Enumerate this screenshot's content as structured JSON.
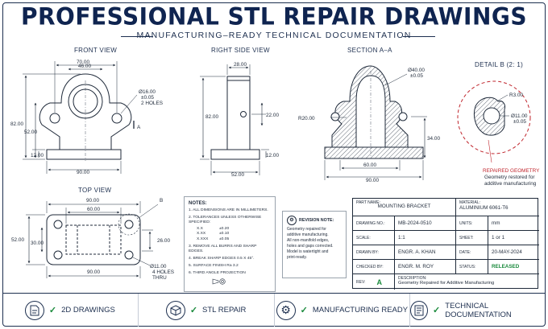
{
  "header": {
    "title": "PROFESSIONAL STL REPAIR DRAWINGS",
    "subtitle": "MANUFACTURING–READY TECHNICAL DOCUMENTATION"
  },
  "views": {
    "front": "FRONT VIEW",
    "right": "RIGHT SIDE VIEW",
    "section": "SECTION A–A",
    "detail": "DETAIL B (2: 1)",
    "top": "TOP VIEW"
  },
  "dims": {
    "front": {
      "d70": "70.00",
      "d46": "46.00",
      "d82": "82.00",
      "d52": "52.00",
      "d12": "12.00",
      "d90": "90.00",
      "hole1": "Ø16.00",
      "hole2": "±0.05",
      "hole3": "2 HOLES",
      "cut": "A"
    },
    "right": {
      "d28": "28.00",
      "d82": "82.00",
      "d22": "22.00",
      "d12": "12.00",
      "d52": "52.00"
    },
    "section": {
      "d40a": "Ø40.00",
      "d40b": "±0.05",
      "r20": "R20.00",
      "d34": "34.00",
      "d60": "60.00",
      "d90": "90.00"
    },
    "detail": {
      "r3": "R3.00",
      "d11a": "Ø11.00",
      "d11b": "±0.05",
      "rep_title": "REPAIRED GEOMETRY",
      "rep_l1": "Geometry restored for",
      "rep_l2": "additive manufacturing"
    },
    "top": {
      "d90": "90.00",
      "d60": "60.00",
      "d52": "52.00",
      "d30": "30.00",
      "d26": "26.00",
      "d90b": "90.00",
      "h1": "Ø11.00",
      "h2": "4 HOLES",
      "h3": "THRU",
      "b": "B"
    }
  },
  "notes": {
    "heading": "NOTES:",
    "n1": "1.  ALL DIMENSIONS ARE IN MILLIMETERS.",
    "n2": "2.  TOLERANCES UNLESS OTHERWISE SPECIFIED:",
    "tol": [
      {
        "k": "X.X",
        "v": "±0.20"
      },
      {
        "k": "X.XX",
        "v": "±0.10"
      },
      {
        "k": "X.XXX",
        "v": "±0.05"
      }
    ],
    "n3": "3.  REMOVE ALL BURRS AND SHARP EDGES.",
    "n4": "4.  BREAK SHARP EDGES 0.5 X 45°.",
    "n5": "5.  SURFACE FINISH Ra 3.2",
    "n6": "6.  THIRD ANGLE PROJECTION"
  },
  "revision": {
    "heading": "REVISION NOTE:",
    "l1": "Geometry repaired for",
    "l2": "additive manufacturing.",
    "l3": "All non-manifold edges,",
    "l4": "holes and gaps corrected.",
    "l5": "Model is watertight and",
    "l6": "print-ready."
  },
  "titleblock": {
    "part_name_lbl": "PART NAME:",
    "part_name": "MOUNTING BRACKET",
    "material_lbl": "MATERIAL:",
    "material": "ALUMINIUM 6061-T6",
    "drawing_lbl": "DRAWING NO.:",
    "drawing": "MB-2024-0510",
    "units_lbl": "UNITS:",
    "units": "mm",
    "scale_lbl": "SCALE:",
    "scale": "1:1",
    "sheet_lbl": "SHEET:",
    "sheet": "1 or 1",
    "drawn_lbl": "DRAWN BY:",
    "drawn": "ENGR. A. KHAN",
    "date_lbl": "DATE:",
    "date": "20-MAY-2024",
    "checked_lbl": "CHECKED BY:",
    "checked": "ENGR. M. ROY",
    "status_lbl": "STATUS:",
    "status": "RELEASED",
    "rev_lbl": "REV:",
    "rev": "A",
    "desc_lbl": "DESCRIPTION:",
    "desc": "Geometry Repaired for Additive Manufacturing"
  },
  "features": [
    {
      "label": "2D DRAWINGS",
      "icon": "file-icon"
    },
    {
      "label": "STL REPAIR",
      "icon": "cube-icon"
    },
    {
      "label": "MANUFACTURING READY",
      "icon": "gear-icon"
    },
    {
      "label": "TECHNICAL DOCUMENTATION",
      "icon": "document-icon"
    }
  ],
  "colors": {
    "navy": "#0f2450",
    "green": "#1a8a3c",
    "red": "#c0262d"
  }
}
